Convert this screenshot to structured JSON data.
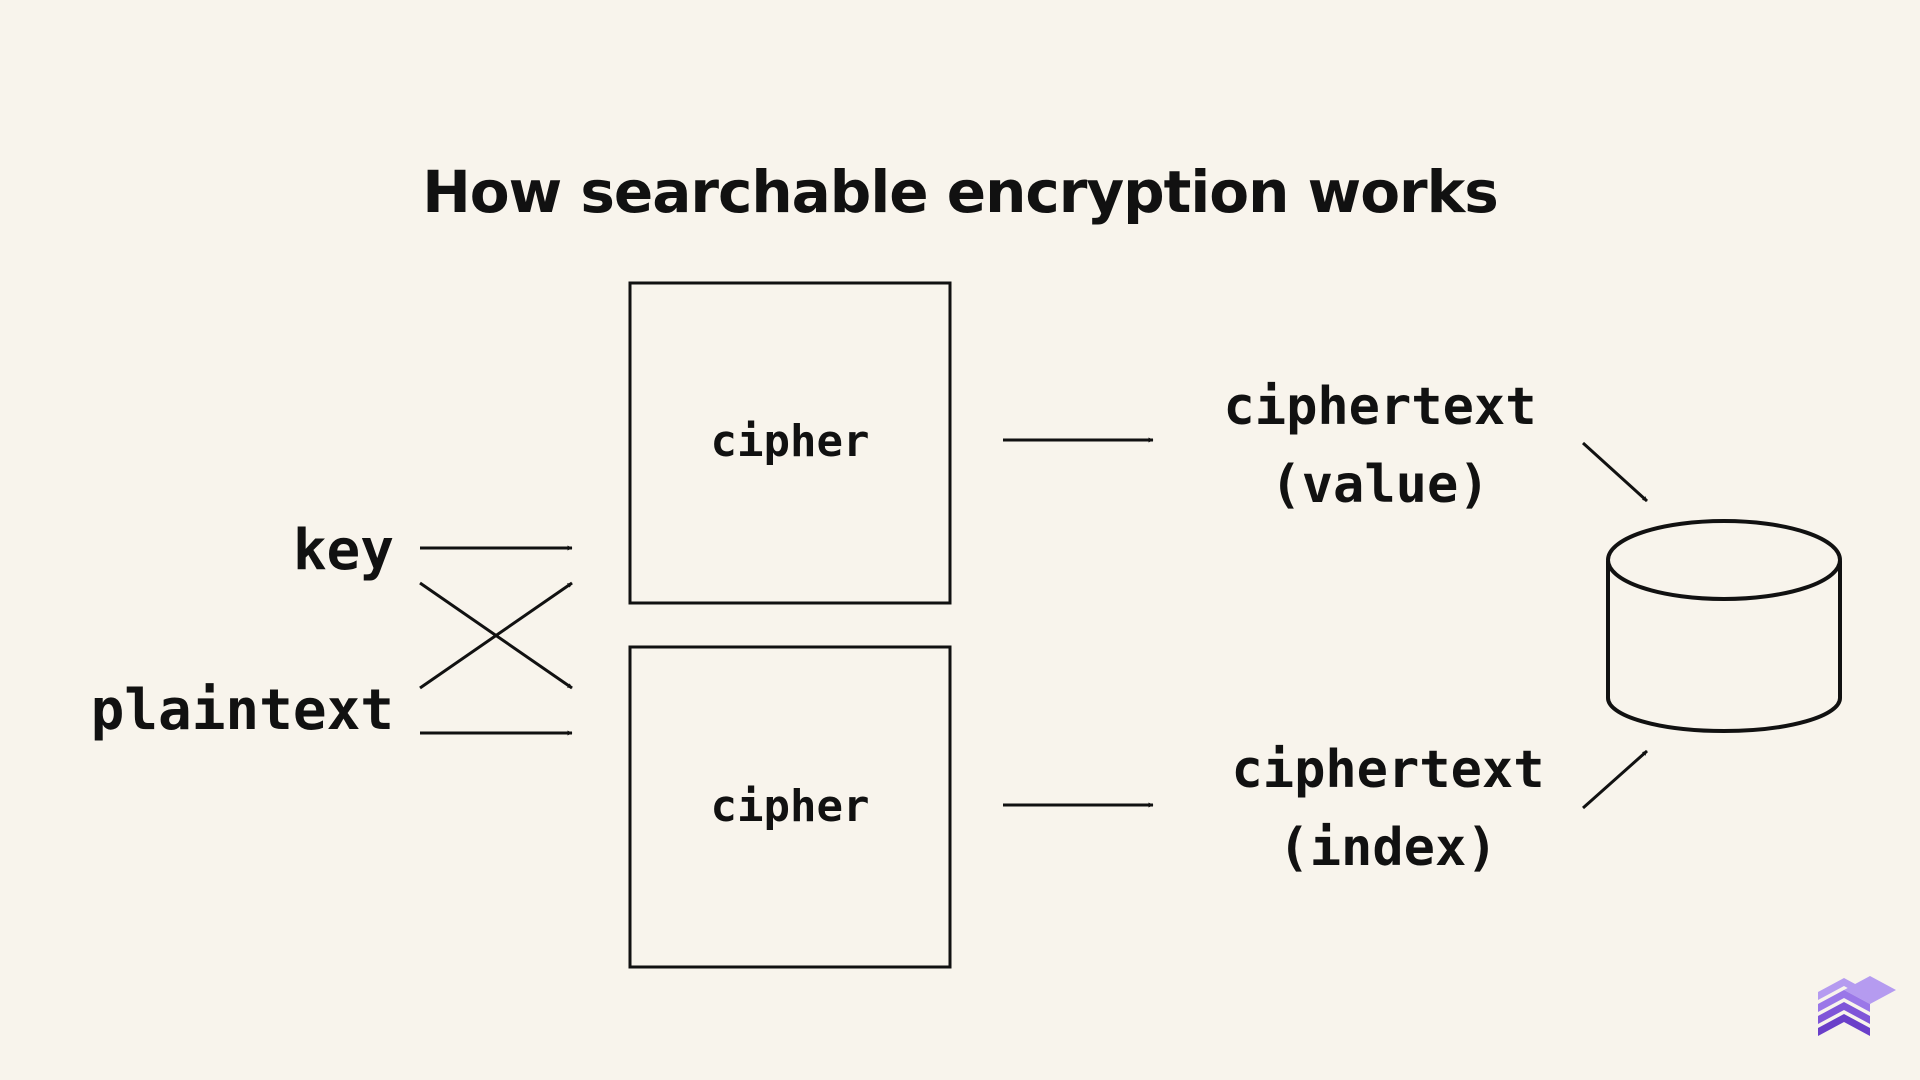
{
  "title": "How searchable encryption works",
  "inputs": {
    "key": "key",
    "plaintext": "plaintext"
  },
  "ciphers": {
    "top": "cipher",
    "bottom": "cipher"
  },
  "outputs": {
    "value_line1": "ciphertext",
    "value_line2": "(value)",
    "index_line1": "ciphertext",
    "index_line2": "(index)"
  },
  "colors": {
    "background": "#f8f4ec",
    "ink": "#111111",
    "logo_light": "#b59bf0",
    "logo_dark": "#6a3fc9"
  },
  "icons": {
    "storage": "database-icon",
    "brand": "brand-logo-icon"
  }
}
